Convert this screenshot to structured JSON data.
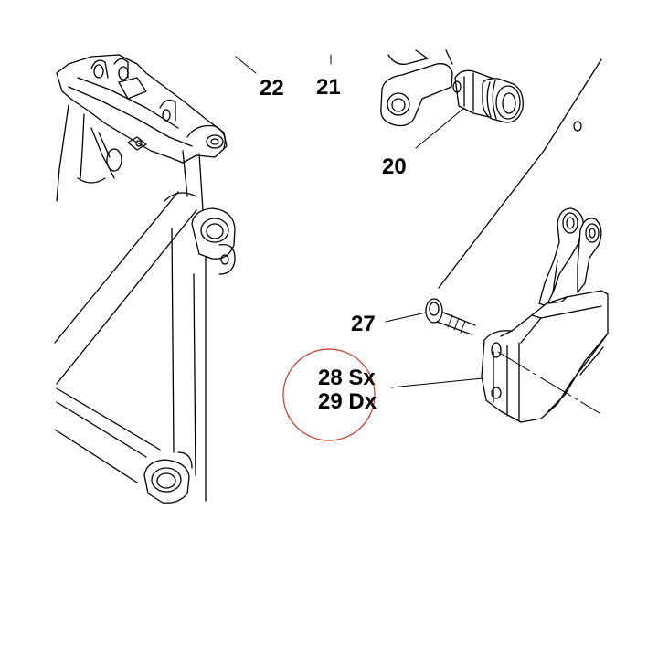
{
  "labels": {
    "l22": "22",
    "l21": "21",
    "l20": "20",
    "l27": "27",
    "l28": "28 Sx",
    "l29": "29 Dx"
  },
  "colors": {
    "line": "#000000",
    "highlight_circle": "#c0392b",
    "background": "#ffffff"
  }
}
